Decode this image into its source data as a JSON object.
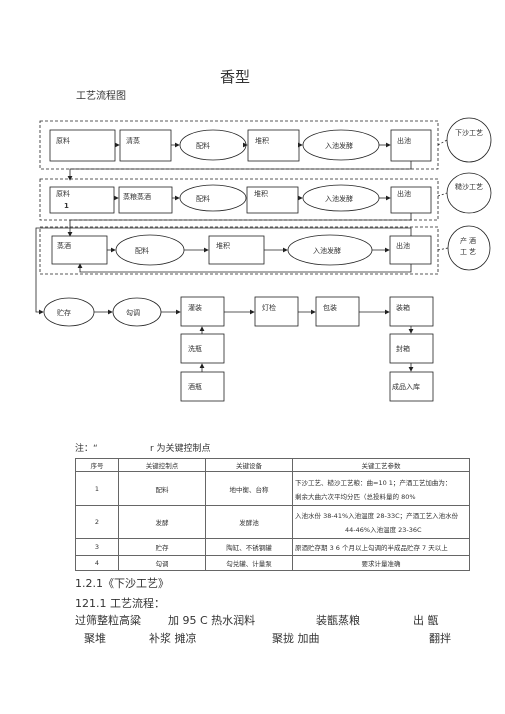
{
  "header": {
    "title": "香型",
    "subtitle": "工艺流程图"
  },
  "process_lanes": [
    {
      "steps": [
        "原料",
        "清蒸",
        "配料",
        "堆积",
        "入池发酵",
        "出池"
      ],
      "side_label": "下沙工艺"
    },
    {
      "steps": [
        "原料",
        "蒸粮蒸酒",
        "配料",
        "堆积",
        "入池发酵",
        "出池"
      ],
      "marker": "1",
      "side_label": "糙沙工艺"
    },
    {
      "steps": [
        "蒸酒",
        "配料",
        "堆积",
        "入池发酵",
        "出池"
      ],
      "side_label": "产酒工艺"
    }
  ],
  "packaging_flow": {
    "top_row": [
      "贮存",
      "勾调",
      "灌装",
      "灯检",
      "包装",
      "装箱"
    ],
    "left_column": [
      "洗瓶",
      "酒瓶"
    ],
    "right_column": [
      "封箱",
      "成品入库"
    ]
  },
  "note": {
    "prefix": "注：“",
    "text": "r 为关键控制点"
  },
  "key_table": {
    "headers": [
      "序号",
      "关键控制点",
      "关键设备",
      "关键工艺参数"
    ],
    "rows": [
      {
        "no": "1",
        "point": "配料",
        "equipment": "地中衡、台称",
        "params": [
          "下沙工艺、糙沙工艺粮：曲=10 1；产酒工艺加曲为：",
          "剩余大曲六次平均分匹（总投料量的 80%"
        ]
      },
      {
        "no": "2",
        "point": "发酵",
        "equipment": "发酵池",
        "params": [
          "入池水份 38-41%入池温度 28-33C；产酒工艺入池水份",
          "44-46%入池温度 23-36C"
        ]
      },
      {
        "no": "3",
        "point": "贮存",
        "equipment": "陶缸、不锈钢罐",
        "params": [
          "原酒贮存期 3 6 个月以上勾调的半成品贮存 7 天以上"
        ]
      },
      {
        "no": "4",
        "point": "勾调",
        "equipment": "勾兑罐、计量泵",
        "params": [
          "要求计量准确"
        ]
      }
    ]
  },
  "section": {
    "heading": "1.2.1《下沙工艺》",
    "subheading": "121.1 工艺流程：",
    "line1": [
      "过筛整粒高粱",
      "加 95 C 热水润料",
      "装甑蒸粮",
      "出  甑"
    ],
    "line2": [
      "聚堆",
      "补浆  摊凉",
      "聚拢  加曲",
      "翻拌"
    ]
  }
}
